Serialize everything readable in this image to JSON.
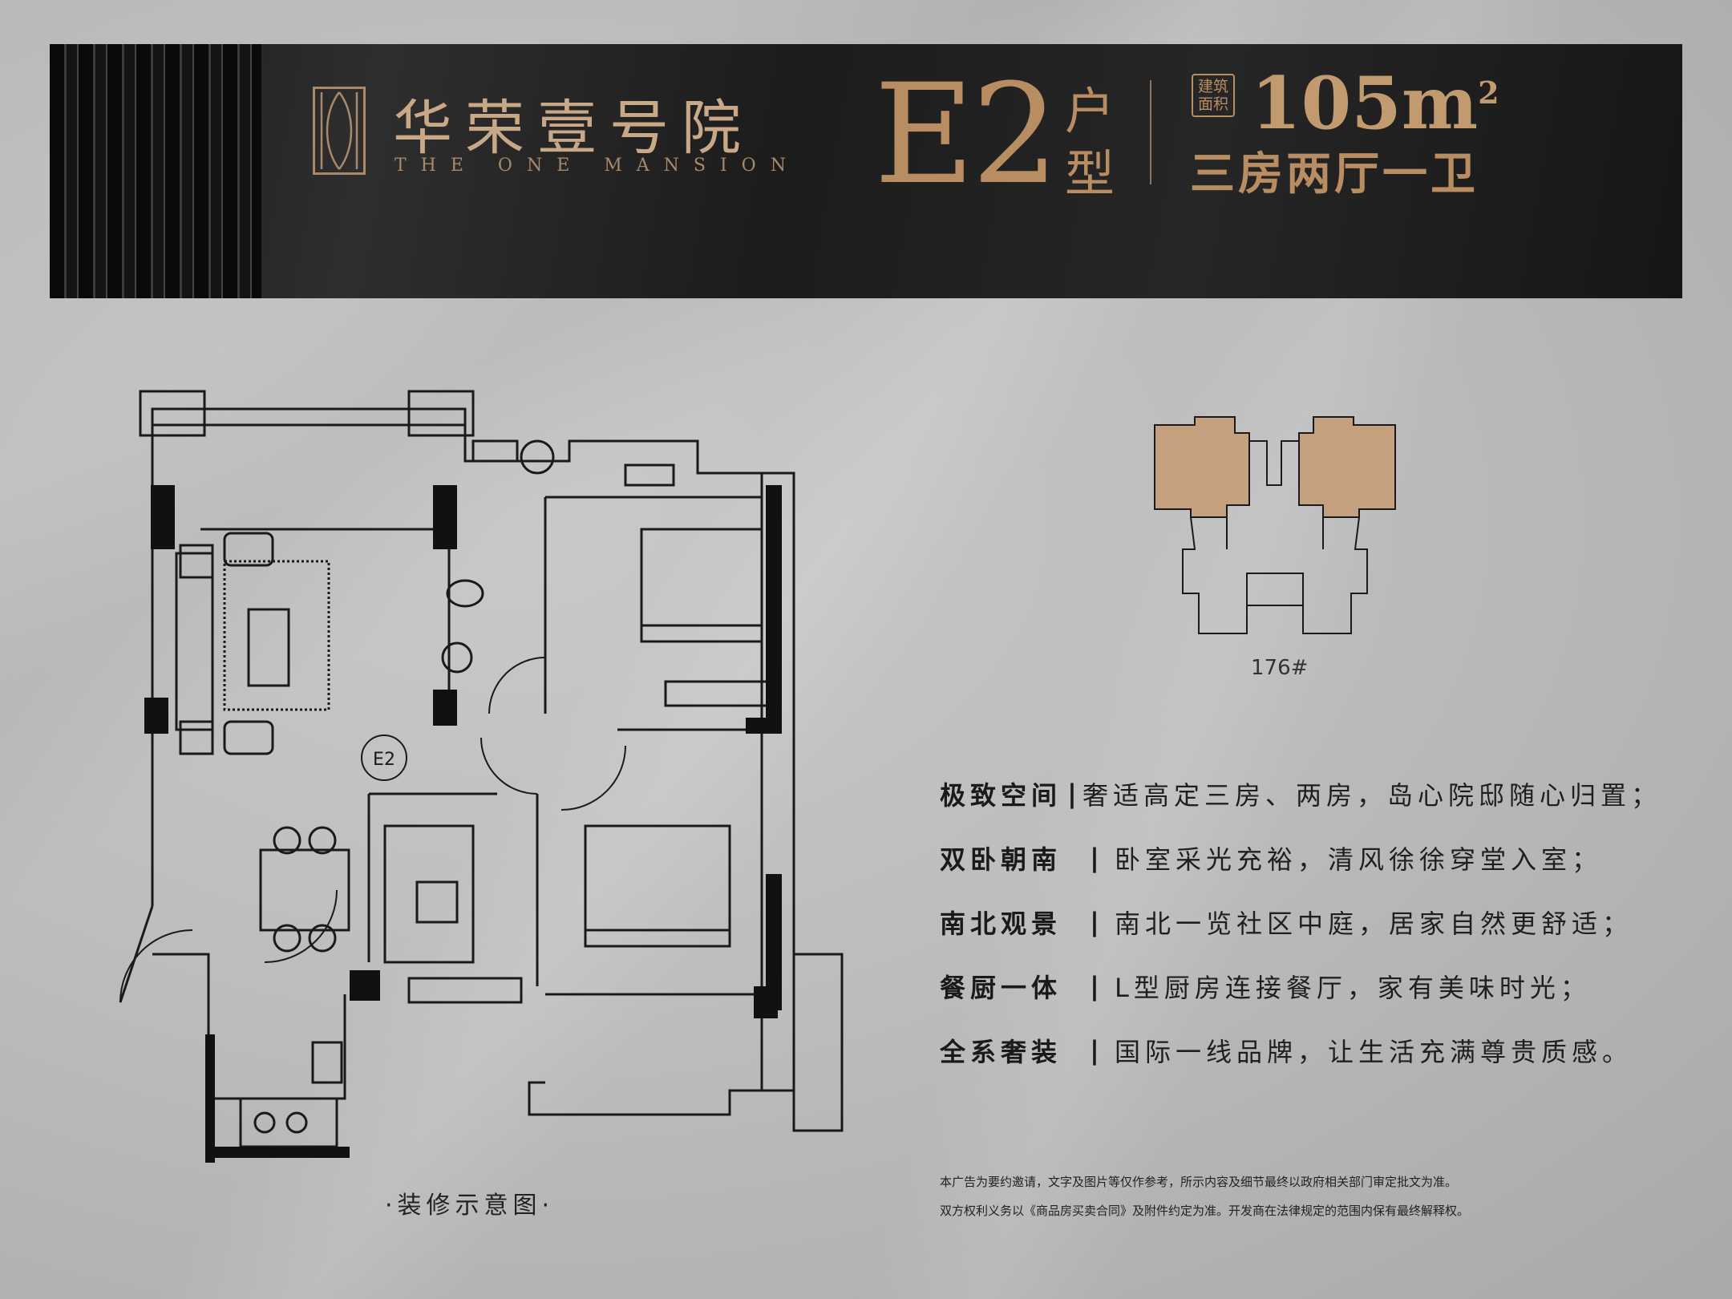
{
  "header": {
    "brand_cn": "华荣壹号院",
    "brand_en": "THE ONE MANSION",
    "unit_code": "E2",
    "unit_word_1": "户",
    "unit_word_2": "型",
    "area_tag_1": "建筑",
    "area_tag_2": "面积",
    "area_value": "105m",
    "area_unit_sup": "2",
    "layout": "三房两厅一卫"
  },
  "plan": {
    "room_tag": "E2",
    "caption": "·装修示意图·"
  },
  "keyplan": {
    "building_no": "176#",
    "highlight_color": "#c4a07f"
  },
  "features": [
    {
      "title": "极致空间",
      "sep": "|",
      "desc": "奢适高定三房、两房，岛心院邸随心归置；"
    },
    {
      "title": "双卧朝南",
      "sep": "|",
      "desc": "卧室采光充裕，清风徐徐穿堂入室；"
    },
    {
      "title": "南北观景",
      "sep": "|",
      "desc": "南北一览社区中庭，居家自然更舒适；"
    },
    {
      "title": "餐厨一体",
      "sep": "|",
      "desc": " L型厨房连接餐厅，家有美味时光；"
    },
    {
      "title": "全系奢装",
      "sep": "|",
      "desc": "国际一线品牌，让生活充满尊贵质感。"
    }
  ],
  "disclaimer": {
    "line1": "本广告为要约邀请，文字及图片等仅作参考，所示内容及细节最终以政府相关部门审定批文为准。",
    "line2": "双方权利义务以《商品房买卖合同》及附件约定为准。开发商在法律规定的范围内保有最终解释权。"
  },
  "colors": {
    "gold": "#b88d62",
    "banner_dark": "#1c1c1c"
  }
}
